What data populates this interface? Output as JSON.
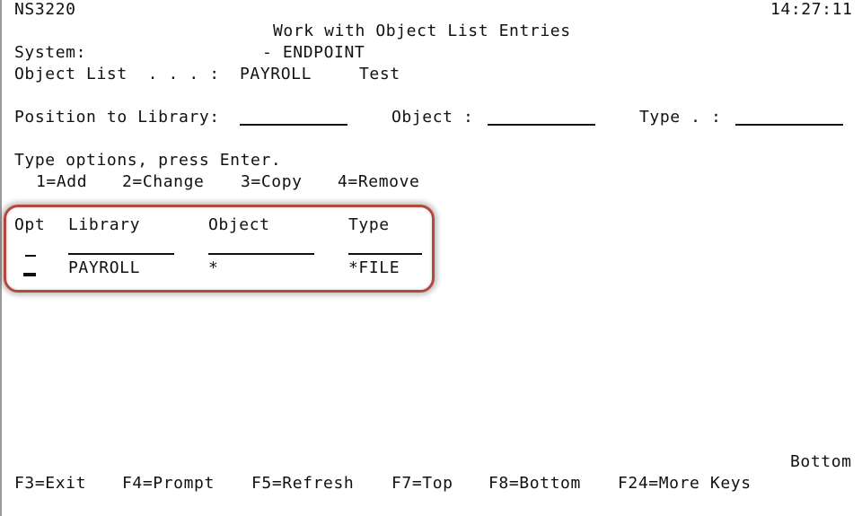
{
  "header": {
    "system_id": "NS3220",
    "time": "14:27:11",
    "title": "Work with Object List Entries",
    "system_label": "System:",
    "system_value": "- ENDPOINT",
    "object_list_label": "Object List  . . . :",
    "object_list_name": "PAYROLL",
    "object_list_desc": "Test"
  },
  "position": {
    "library_label": "Position to Library:",
    "library_value": "",
    "object_label": "Object :",
    "object_value": "",
    "type_label": "Type . :",
    "type_value": ""
  },
  "instructions": {
    "line1": "Type options, press Enter.",
    "options": [
      "1=Add",
      "2=Change",
      "3=Copy",
      "4=Remove"
    ]
  },
  "table": {
    "headers": {
      "opt": "Opt",
      "library": "Library",
      "object": "Object",
      "type": "Type"
    },
    "rows": [
      {
        "opt": "",
        "library": "PAYROLL",
        "object": "*",
        "type": "*FILE"
      }
    ]
  },
  "footer": {
    "bottom": "Bottom",
    "fkeys": [
      "F3=Exit",
      "F4=Prompt",
      "F5=Refresh",
      "F7=Top",
      "F8=Bottom",
      "F24=More Keys"
    ]
  }
}
